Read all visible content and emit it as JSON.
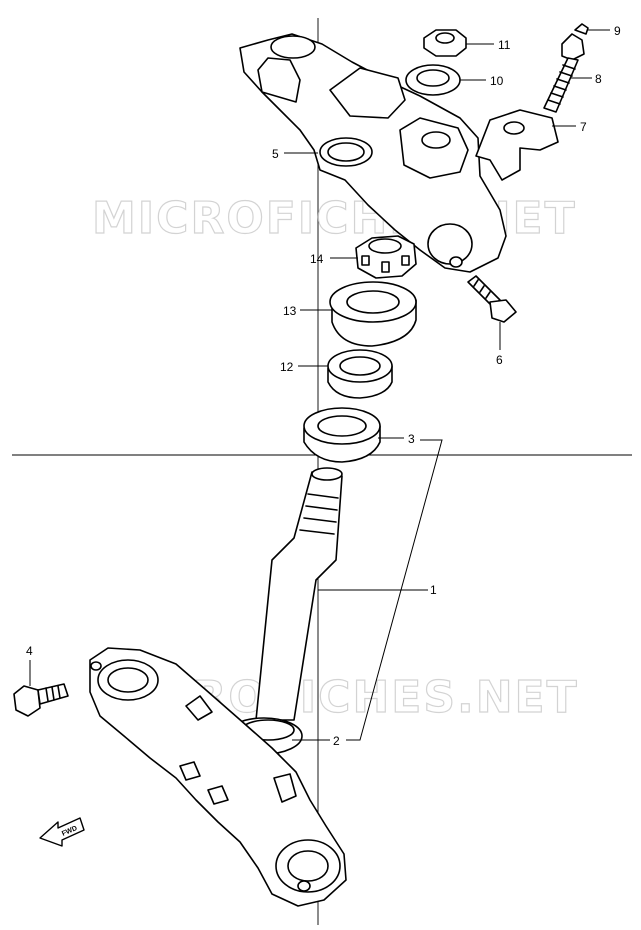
{
  "watermarks": [
    "MICROFICHES.NET",
    "MICROFICHES.NET"
  ],
  "fwd_label": "FWD",
  "callouts": {
    "c1": "1",
    "c2": "2",
    "c3": "3",
    "c4": "4",
    "c5": "5",
    "c6": "6",
    "c7": "7",
    "c8": "8",
    "c9": "9",
    "c10": "10",
    "c11": "11",
    "c12": "12",
    "c13": "13",
    "c14": "14"
  }
}
